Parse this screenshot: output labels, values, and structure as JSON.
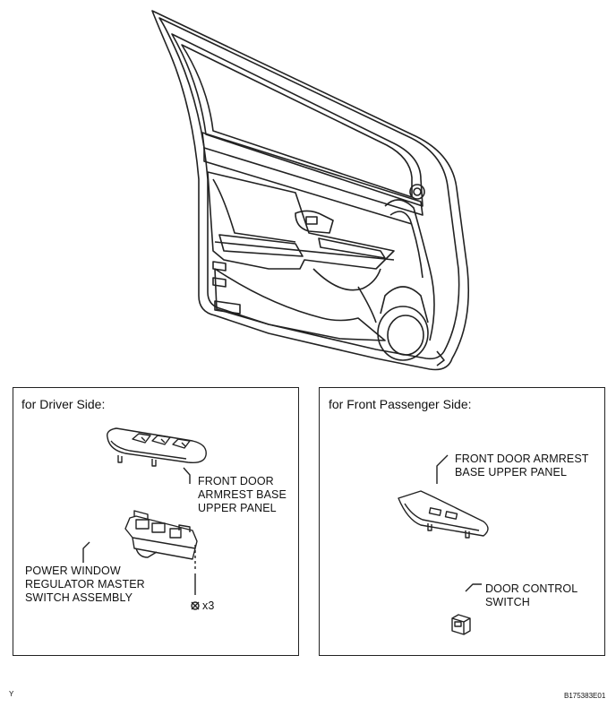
{
  "driver_panel": {
    "title": "for Driver Side:",
    "label_armrest": "FRONT DOOR\nARMREST BASE\nUPPER PANEL",
    "label_master_switch": "POWER WINDOW\nREGULATOR MASTER\nSWITCH ASSEMBLY",
    "screw_count": "x3"
  },
  "passenger_panel": {
    "title": "for Front Passenger Side:",
    "label_armrest": "FRONT DOOR ARMREST\nBASE UPPER PANEL",
    "label_door_switch": "DOOR CONTROL\nSWITCH"
  },
  "footer": {
    "left_code": "Y",
    "figure_id": "B175383E01"
  }
}
